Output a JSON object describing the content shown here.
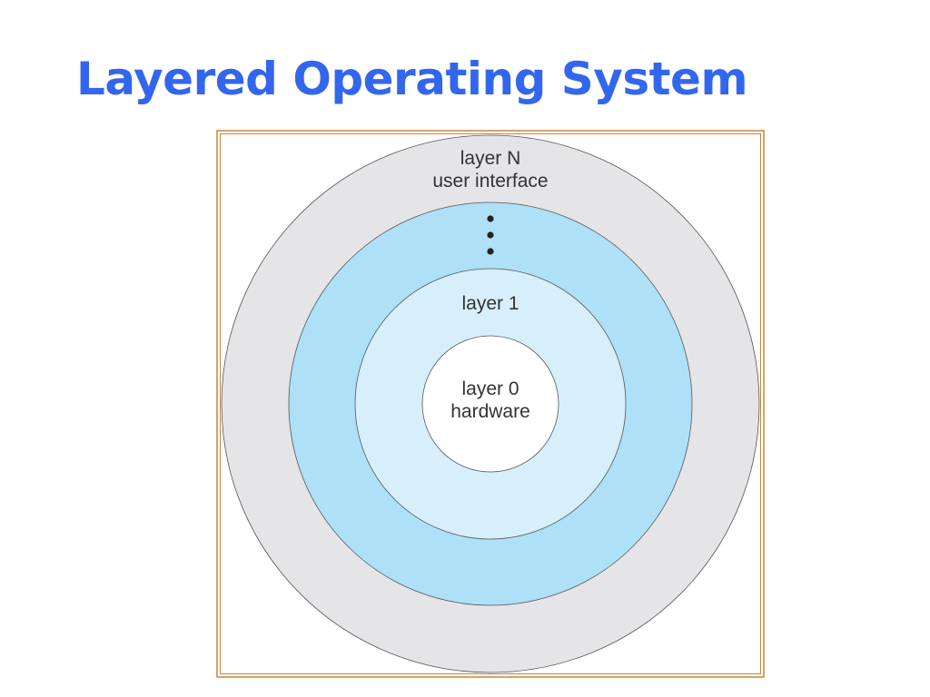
{
  "title": "Layered Operating System",
  "colors": {
    "title": "#3366ee",
    "frame": "#c8843c",
    "outer_ring": "#e5e5e8",
    "middle_ring": "#aee0f8",
    "inner_ring": "#d6effb",
    "core": "#ffffff"
  },
  "layers": {
    "outer": {
      "line1": "layer N",
      "line2": "user interface"
    },
    "middle": {
      "ellipsis_icon": "vertical-ellipsis-icon"
    },
    "inner": {
      "line1": "layer 1"
    },
    "core": {
      "line1": "layer 0",
      "line2": "hardware"
    }
  }
}
